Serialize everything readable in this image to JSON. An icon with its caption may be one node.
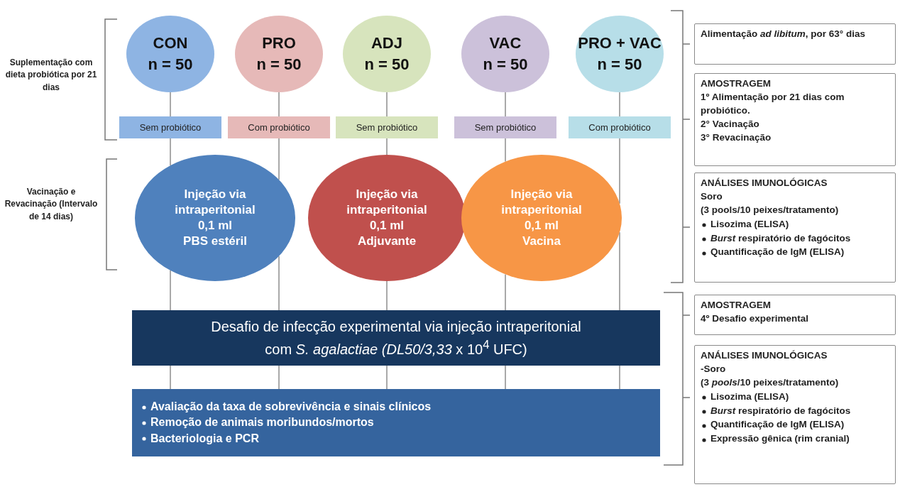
{
  "diagram": {
    "nodes": [
      {
        "text": [
          "CON",
          "n = 50"
        ]
      },
      {
        "text": [
          "PRO",
          "n = 50"
        ]
      },
      {
        "text": [
          "ADJ",
          "n = 50"
        ]
      },
      {
        "text": [
          "VAC",
          "n = 50"
        ]
      },
      {
        "text": [
          "PRO + VAC",
          "n = 50"
        ]
      },
      {
        "text": [
          "Sem probiótico"
        ]
      },
      {
        "text": [
          "Com probiótico"
        ]
      },
      {
        "text": [
          "Sem probiótico"
        ]
      },
      {
        "text": [
          "Sem probiótico"
        ]
      },
      {
        "text": [
          "Com probiótico"
        ]
      },
      {
        "text": [
          "Injeção via intraperitonial",
          "0,1 ml",
          "PBS estéril"
        ]
      },
      {
        "text": [
          "Injeção via intraperitonial",
          "0,1 ml",
          "Adjuvante"
        ]
      },
      {
        "text": [
          "Injeção via intraperitonial",
          "0,1 ml",
          "Vacina"
        ]
      },
      {
        "text": [
          "Desafio de infecção experimental via injeção intraperitonial com *S. agalactiae*  *(DL50/3,33* x 10$^{4}$ UFC)"
        ]
      },
      {
        "text": [
          "Avaliação da taxa de sobrevivência e sinais clínicos",
          "Remoção de animais moribundos/mortos",
          "Bacteriologia e PCR"
        ]
      },
      {
        "text": [
          "Alimentação *ad libitum*, por 63° dias"
        ]
      },
      {
        "text": [
          "AMOSTRAGEM",
          "1º Alimentação por 21 dias com probiótico.",
          "2° Vacinação",
          "3° Revacinação"
        ]
      },
      {
        "text": [
          "ANÁLISES IMUNOLÓGICAS",
          "Soro",
          "(3 pools/10 peixes/tratamento)",
          "Lisozima (ELISA)",
          "*Burst* respiratório de fagócitos",
          "Quantificação de IgM (ELISA)"
        ]
      },
      {
        "text": [
          "AMOSTRAGEM",
          "4º Desafio experimental"
        ]
      },
      {
        "text": [
          "ANÁLISES IMUNOLÓGICAS",
          "-Soro",
          "(3 *pools*/10 peixes/tratamento)",
          "Lisozima (ELISA)",
          "*Burst* respiratório de fagócitos",
          "Quantificação de IgM (ELISA)",
          "Expressão gênica (rim cranial)"
        ]
      }
    ],
    "edges": [
      {
        "from": 0,
        "to": 5,
        "arrow": "none"
      },
      {
        "from": 1,
        "to": 6,
        "arrow": "none"
      },
      {
        "from": 2,
        "to": 7,
        "arrow": "none"
      },
      {
        "from": 3,
        "to": 8,
        "arrow": "none"
      },
      {
        "from": 4,
        "to": 9,
        "arrow": "none"
      },
      {
        "from": 5,
        "to": 10,
        "arrow": "none"
      },
      {
        "from": 6,
        "to": 10,
        "arrow": "none"
      },
      {
        "from": 7,
        "to": 11,
        "arrow": "none"
      },
      {
        "from": 8,
        "to": 12,
        "arrow": "none"
      },
      {
        "from": 9,
        "to": 12,
        "arrow": "none"
      },
      {
        "from": 10,
        "to": 13,
        "arrow": "none"
      },
      {
        "from": 10,
        "to": 13,
        "arrow": "none"
      },
      {
        "from": 11,
        "to": 13,
        "arrow": "none"
      },
      {
        "from": 12,
        "to": 13,
        "arrow": "none"
      },
      {
        "from": 12,
        "to": 13,
        "arrow": "none"
      },
      {
        "from": 13,
        "to": 14,
        "arrow": "none"
      },
      {
        "from": 13,
        "to": 14,
        "arrow": "none"
      },
      {
        "from": 13,
        "to": 14,
        "arrow": "none"
      },
      {
        "from": 13,
        "to": 14,
        "arrow": "none"
      },
      {
        "from": 13,
        "to": 14,
        "arrow": "none"
      }
    ],
    "labels": [
      "Suplementação com dieta probiótica por 21 dias",
      "Vacinação e Revacinação (Intervalo de 14 dias)"
    ]
  }
}
